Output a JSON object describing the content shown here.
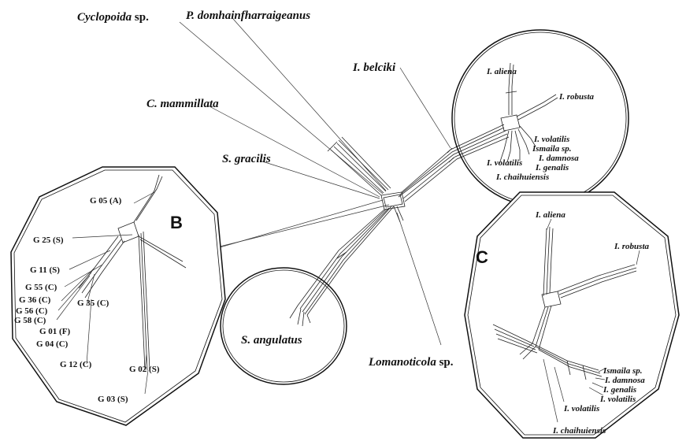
{
  "taxa": {
    "cyclopoida": "Cyclopoida",
    "cyclopoida_sp": " sp.",
    "p_domhain": "P. domhainfharraigeanus",
    "i_belciki": "I. belciki",
    "c_mammillata": "C. mammillata",
    "s_gracilis": "S. gracilis",
    "s_angulatus": "S. angulatus",
    "lomanoticola": "Lomanoticola",
    "lomanoticola_sp": " sp.",
    "i_aliena": "I. aliena",
    "i_robusta": "I. robusta",
    "i_volatilis": "I. volatilis",
    "ismaila_sp": "Ismaila sp.",
    "i_damnosa": "I. damnosa",
    "i_genalis": "I. genalis",
    "i_volatilis2": "I. volatilis",
    "i_chaihuiensis": "I. chaihuiensis"
  },
  "panel_b": {
    "letter": "B",
    "codes": [
      "G 05 (A)",
      "G 25 (S)",
      "G 11 (S)",
      "G 55 (C)",
      "G 36 (C)",
      "G 56 (C)",
      "G 58 (C)",
      "G 35 (C)",
      "G 01 (F)",
      "G 04 (C)",
      "G 12 (C)",
      "G 02 (S)",
      "G 03 (S)"
    ]
  },
  "panel_c": {
    "letter": "C",
    "i_aliena": "I. aliena",
    "i_robusta": "I. robusta",
    "ismaila_sp": "Ismaila sp.",
    "i_damnosa": "I. damnosa",
    "i_genalis": "I. genalis",
    "i_volatilis": "I. volatilis",
    "i_volatilis2": "I. volatilis",
    "i_chaihuiensis": "I. chaihuiensis"
  }
}
